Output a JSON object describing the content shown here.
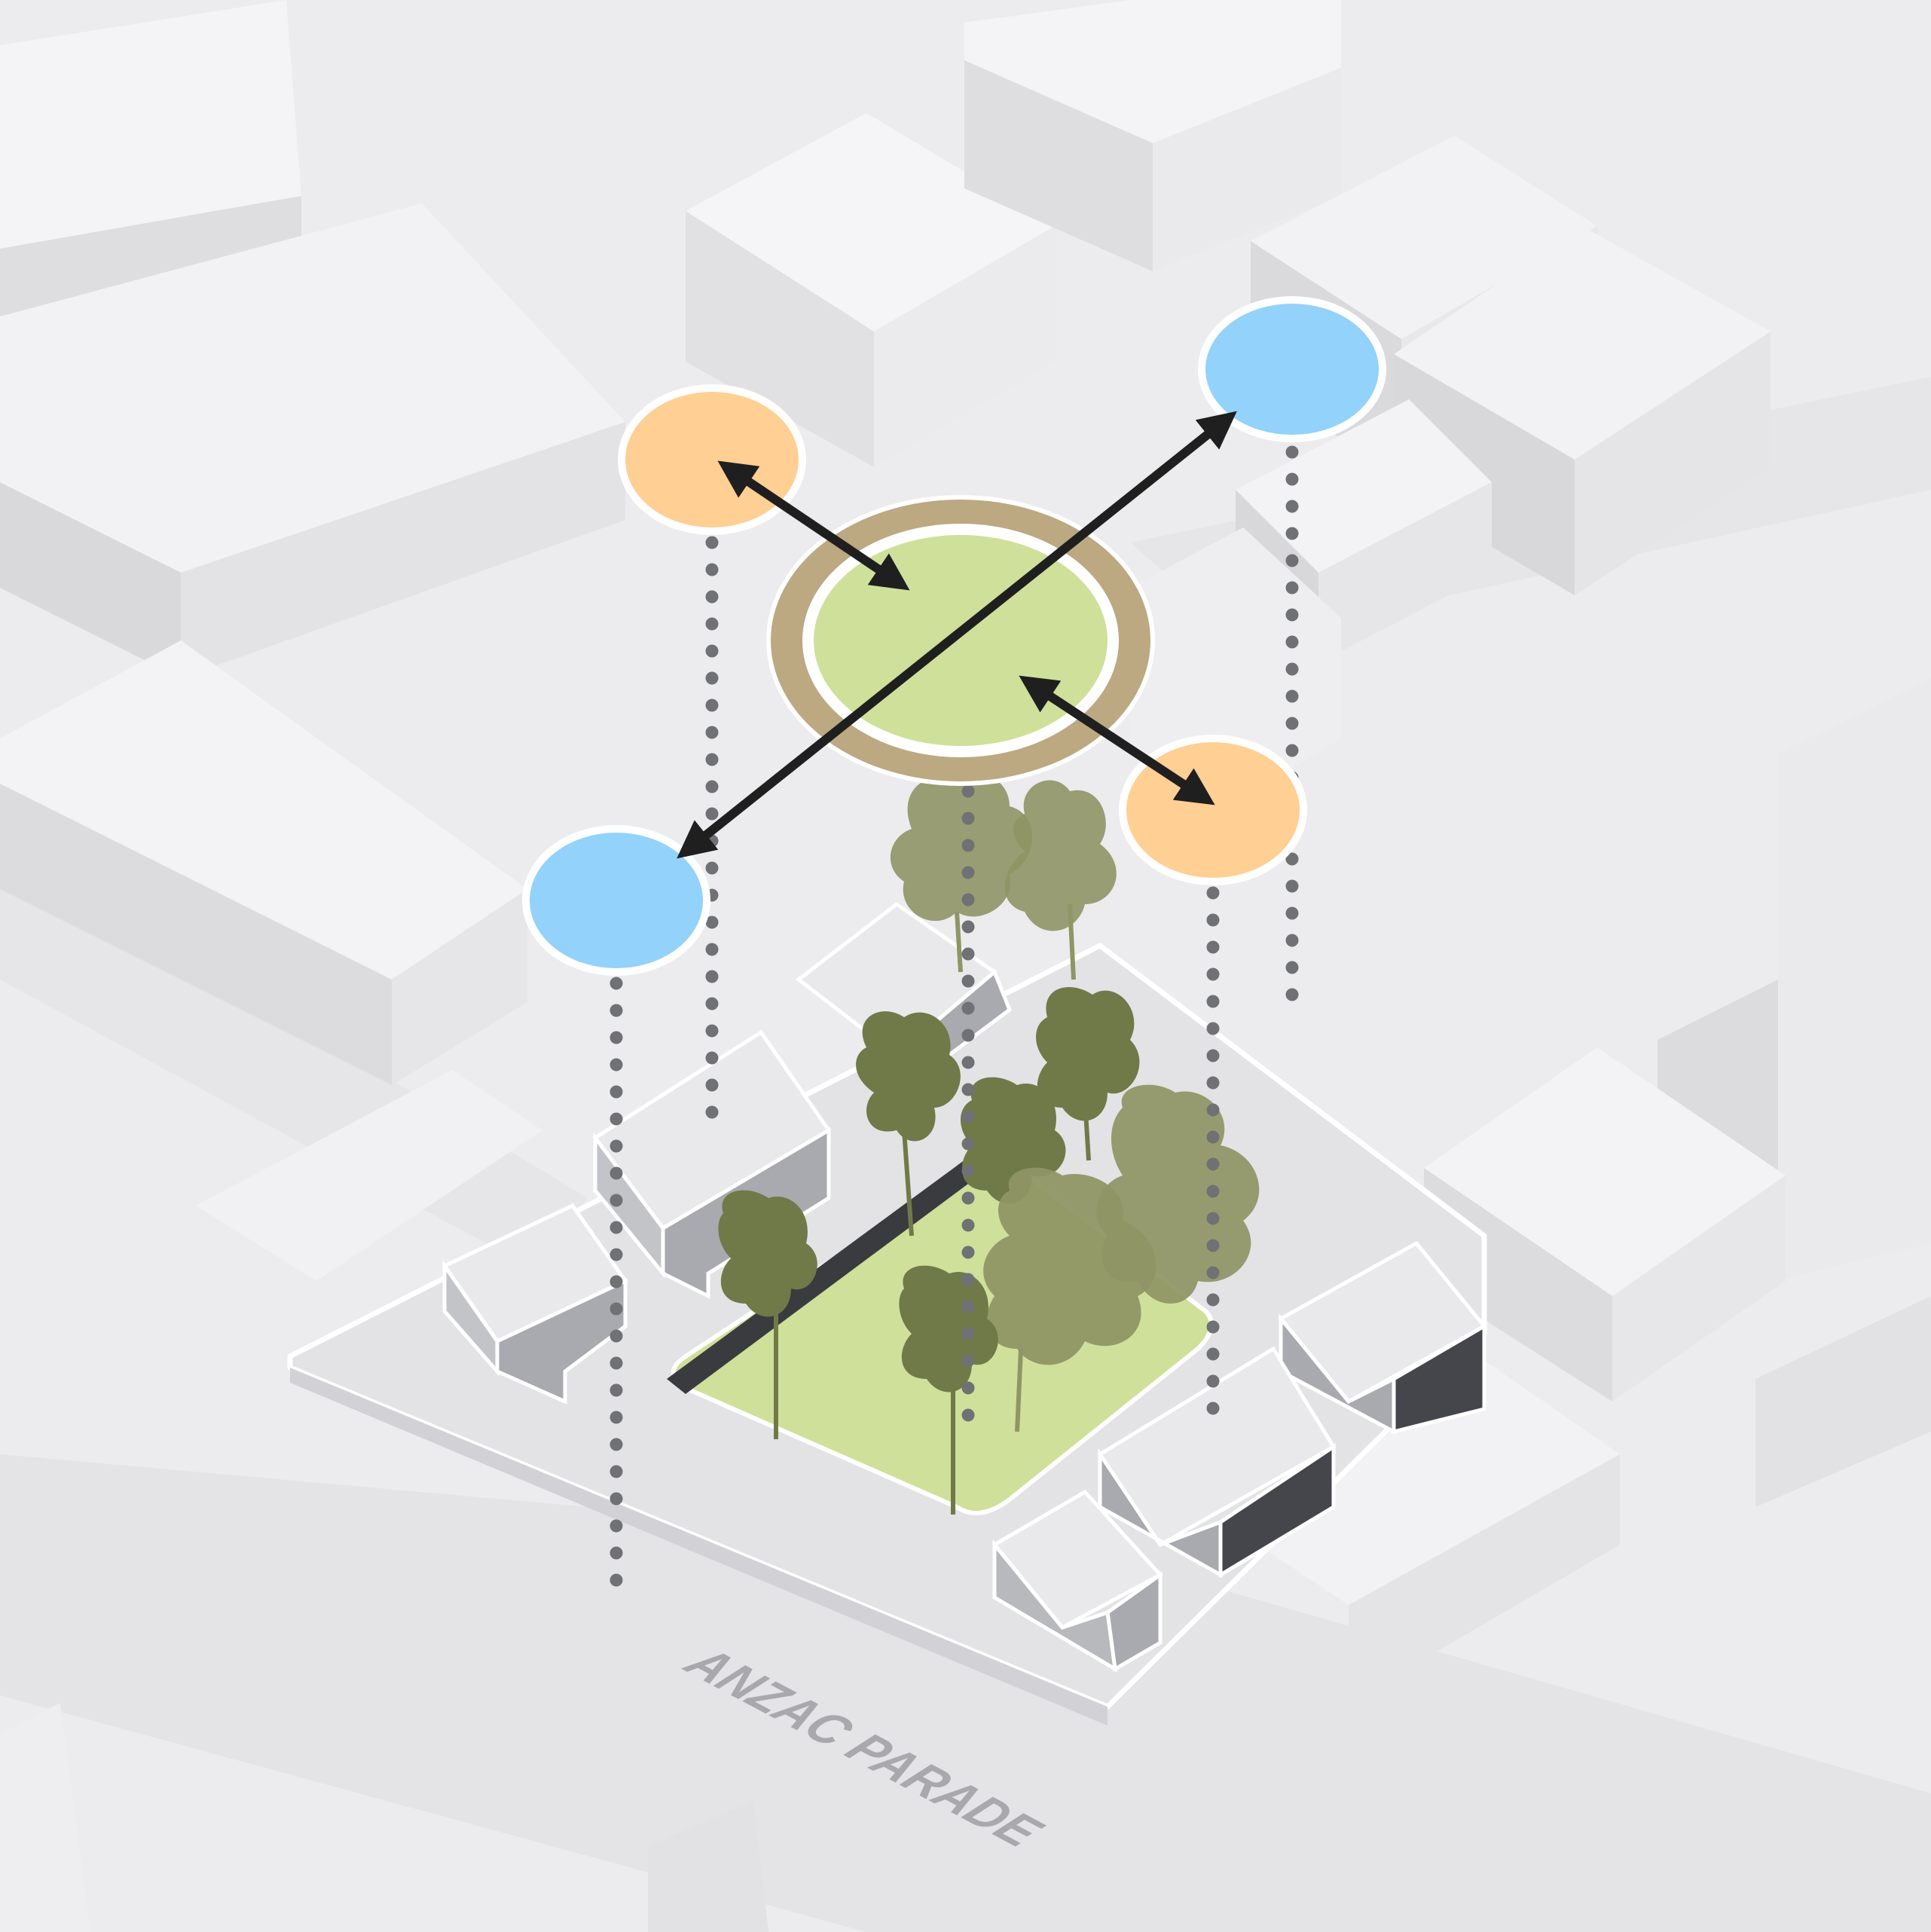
{
  "street": {
    "label": "ANZAC PARADE"
  },
  "colors": {
    "background": "#ececee",
    "context_building": "#f3f3f5",
    "context_building_shade": "#dcdcdf",
    "site_house_roof": "#e9e9ec",
    "site_house_wall": "#a7a8ad",
    "site_house_wall_dark": "#8c8d92",
    "site_outline": "#ffffff",
    "courtyard_green": "#cfe09a",
    "tree_green": "#74804f",
    "tree_green_light": "#8f9565",
    "hub_green": "#cfe09a",
    "hub_ring": "#bca982",
    "node_orange": "#ffcf94",
    "node_blue": "#93d2fb",
    "arrow": "#1f1f1f",
    "dotted_line": "#707174",
    "street_label": "#a9a9ad"
  },
  "legend_icons": [
    "double-arrow-icon",
    "tree-icon",
    "node-circle-icon"
  ],
  "nodes": [
    {
      "id": "orange-node-northwest",
      "type": "orange"
    },
    {
      "id": "blue-node-northeast",
      "type": "blue"
    },
    {
      "id": "orange-node-southeast",
      "type": "orange"
    },
    {
      "id": "blue-node-southwest",
      "type": "blue"
    }
  ],
  "hub": {
    "id": "green-hub"
  }
}
